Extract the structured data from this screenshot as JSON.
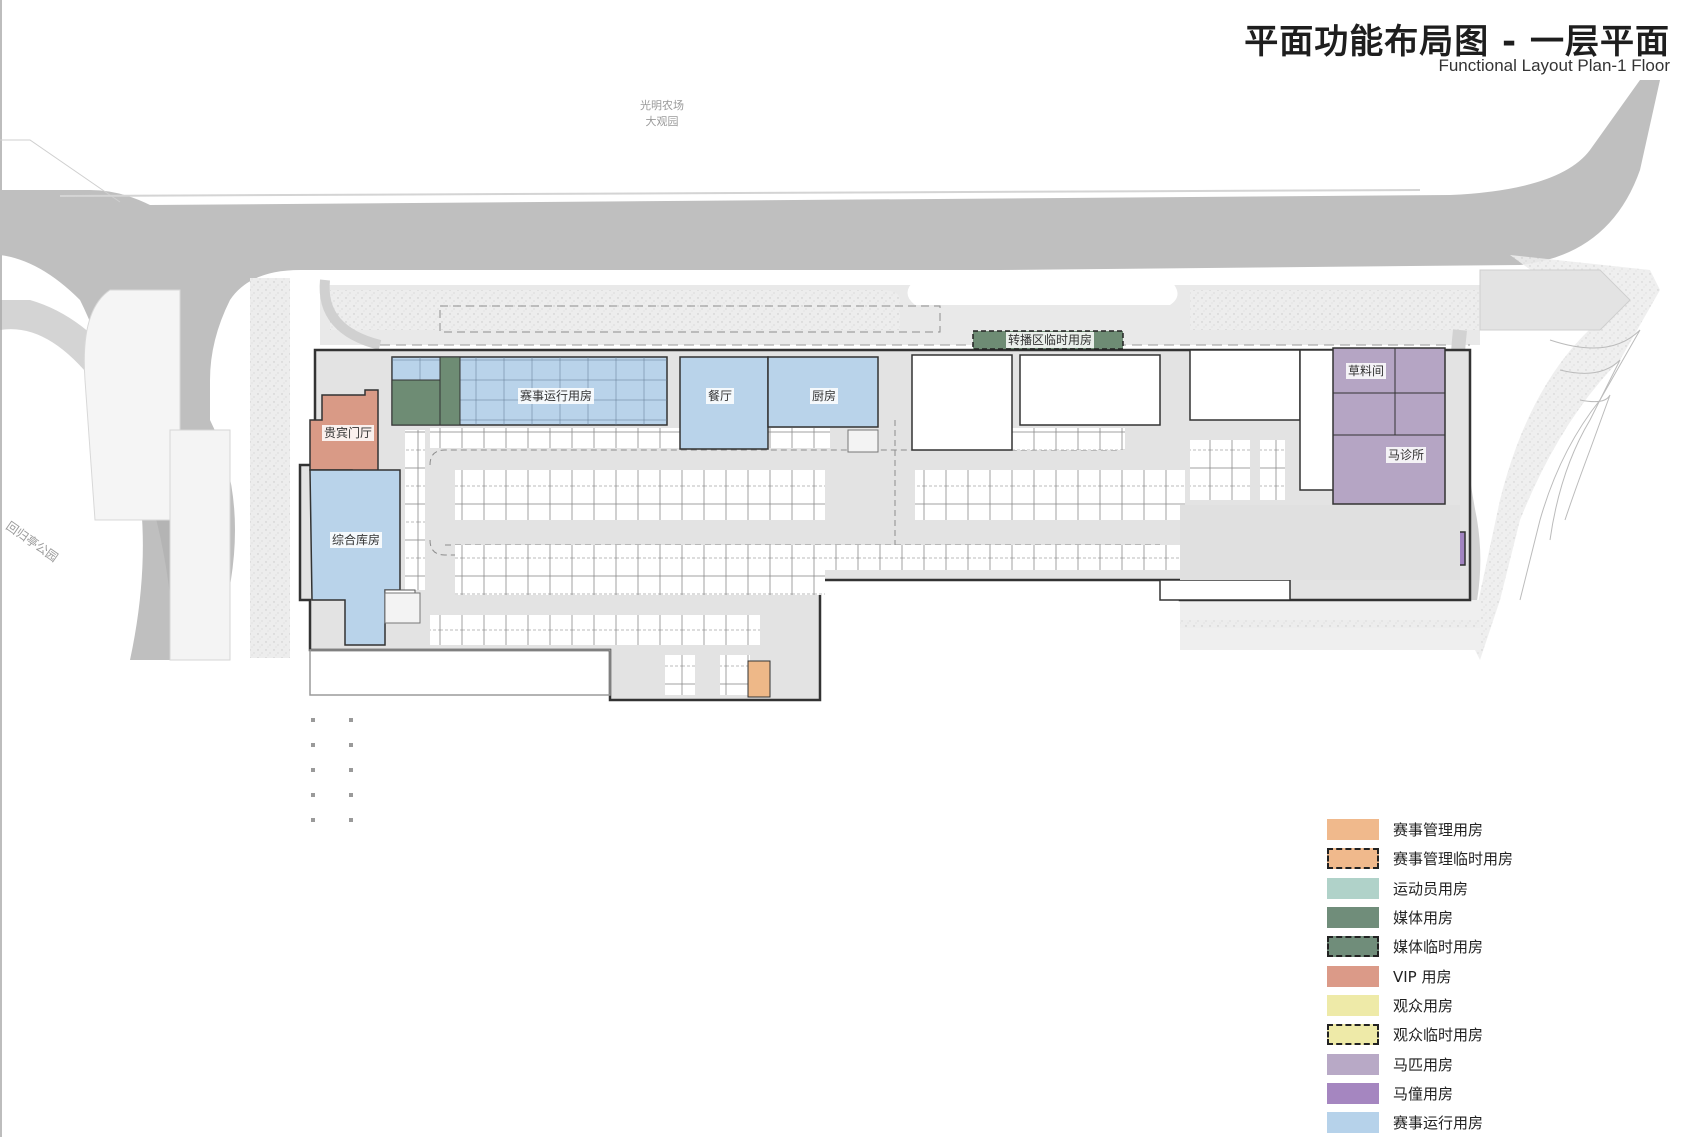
{
  "header": {
    "title_cn": "平面功能布局图 - 一层平面",
    "title_en": "Functional Layout Plan-1 Floor"
  },
  "map_labels": {
    "north_area_line1": "光明农场",
    "north_area_line2": "大观园",
    "west_park": "回归亭公园"
  },
  "rooms": {
    "vip_lobby": "贵宾门厅",
    "general_storage": "综合库房",
    "event_operations": "赛事运行用房",
    "dining_hall": "餐厅",
    "kitchen": "厨房",
    "broadcast_temp": "转播区临时用房",
    "feed_room": "草料间",
    "horse_clinic": "马诊所"
  },
  "colors": {
    "road": "#bdbdbd",
    "paving": "#e6e6e6",
    "parking_floor": "#e4e4e4",
    "event_ops": "#b9d3ea",
    "vip": "#d99a86",
    "media": "#6e8c74",
    "horse": "#b5a5c4",
    "horse_stable": "#a183c0",
    "event_mgmt": "#eeb888"
  },
  "legend": {
    "items": [
      {
        "label": "赛事管理用房",
        "color": "#f0b98c",
        "dashed": false
      },
      {
        "label": "赛事管理临时用房",
        "color": "#f0b98c",
        "dashed": true
      },
      {
        "label": "运动员用房",
        "color": "#b0d2c9",
        "dashed": false
      },
      {
        "label": "媒体用房",
        "color": "#708d7a",
        "dashed": false
      },
      {
        "label": "媒体临时用房",
        "color": "#708d7a",
        "dashed": true
      },
      {
        "label": "VIP 用房",
        "color": "#db9a88",
        "dashed": false
      },
      {
        "label": "观众用房",
        "color": "#eeeaa8",
        "dashed": false
      },
      {
        "label": "观众临时用房",
        "color": "#eeeaa8",
        "dashed": true
      },
      {
        "label": "马匹用房",
        "color": "#b8a9c6",
        "dashed": false
      },
      {
        "label": "马僮用房",
        "color": "#a586c0",
        "dashed": false
      },
      {
        "label": "赛事运行用房",
        "color": "#b6d2ea",
        "dashed": false
      }
    ]
  }
}
